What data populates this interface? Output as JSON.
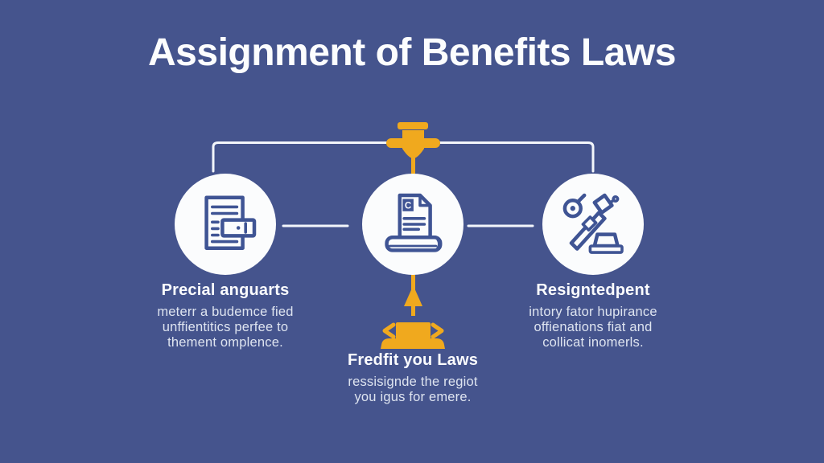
{
  "title": "Assignment of Benefits Laws",
  "colors": {
    "background": "#45548D",
    "accent_yellow": "#F0A91E",
    "icon_blue": "#3F5494",
    "circle_fill": "#FBFCFD",
    "connector_white": "#F3F6FB",
    "heading_text": "#FBFCFE",
    "body_text": "#DEE4F0"
  },
  "nodes": [
    {
      "id": "left",
      "icon": "insurance-document-wallet-icon",
      "heading": "Precial anguarts",
      "body_lines": [
        "meterr a budemce fied",
        "unffientitics perfee to",
        "thement omplence."
      ]
    },
    {
      "id": "center",
      "icon": "contract-on-law-book-icon",
      "icon_letter": "C",
      "heading": "Fredfit you Laws",
      "body_lines": [
        "ressisignde the regiot",
        "you igus for emere."
      ]
    },
    {
      "id": "right",
      "icon": "gavel-and-block-icon",
      "heading": "Resigntedpent",
      "body_lines": [
        "intory fator hupirance",
        "offienations fiat and",
        "collicat inomerls."
      ]
    }
  ]
}
